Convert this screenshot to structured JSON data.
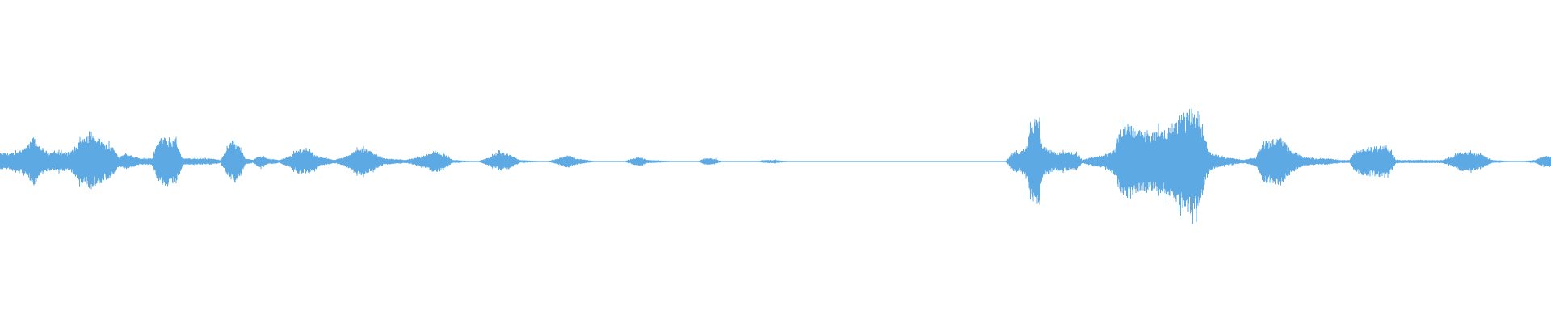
{
  "waveform": {
    "color": "#5DA9E3",
    "background": "#FFFFFF",
    "amplitude_envelope": [
      [
        0.0,
        0.05
      ],
      [
        0.01,
        0.06
      ],
      [
        0.018,
        0.1
      ],
      [
        0.022,
        0.16
      ],
      [
        0.026,
        0.08
      ],
      [
        0.032,
        0.06
      ],
      [
        0.045,
        0.06
      ],
      [
        0.052,
        0.13
      ],
      [
        0.058,
        0.17
      ],
      [
        0.062,
        0.16
      ],
      [
        0.072,
        0.1
      ],
      [
        0.077,
        0.03
      ],
      [
        0.082,
        0.05
      ],
      [
        0.09,
        0.02
      ],
      [
        0.098,
        0.02
      ],
      [
        0.102,
        0.14
      ],
      [
        0.108,
        0.16
      ],
      [
        0.114,
        0.12
      ],
      [
        0.118,
        0.02
      ],
      [
        0.125,
        0.02
      ],
      [
        0.135,
        0.02
      ],
      [
        0.142,
        0.01
      ],
      [
        0.147,
        0.09
      ],
      [
        0.15,
        0.14
      ],
      [
        0.154,
        0.12
      ],
      [
        0.158,
        0.02
      ],
      [
        0.163,
        0.01
      ],
      [
        0.168,
        0.04
      ],
      [
        0.172,
        0.02
      ],
      [
        0.18,
        0.01
      ],
      [
        0.186,
        0.03
      ],
      [
        0.193,
        0.08
      ],
      [
        0.2,
        0.07
      ],
      [
        0.206,
        0.03
      ],
      [
        0.215,
        0.01
      ],
      [
        0.223,
        0.03
      ],
      [
        0.232,
        0.09
      ],
      [
        0.24,
        0.06
      ],
      [
        0.248,
        0.02
      ],
      [
        0.262,
        0.01
      ],
      [
        0.274,
        0.04
      ],
      [
        0.28,
        0.07
      ],
      [
        0.286,
        0.05
      ],
      [
        0.292,
        0.01
      ],
      [
        0.308,
        0.0
      ],
      [
        0.316,
        0.03
      ],
      [
        0.322,
        0.06
      ],
      [
        0.328,
        0.05
      ],
      [
        0.335,
        0.01
      ],
      [
        0.352,
        0.0
      ],
      [
        0.36,
        0.02
      ],
      [
        0.366,
        0.04
      ],
      [
        0.372,
        0.02
      ],
      [
        0.385,
        0.0
      ],
      [
        0.402,
        0.0
      ],
      [
        0.408,
        0.02
      ],
      [
        0.412,
        0.03
      ],
      [
        0.418,
        0.01
      ],
      [
        0.44,
        0.0
      ],
      [
        0.45,
        0.0
      ],
      [
        0.454,
        0.02
      ],
      [
        0.46,
        0.02
      ],
      [
        0.466,
        0.0
      ],
      [
        0.488,
        0.0
      ],
      [
        0.492,
        0.01
      ],
      [
        0.5,
        0.01
      ],
      [
        0.51,
        0.0
      ],
      [
        0.648,
        0.0
      ],
      [
        0.65,
        0.02
      ],
      [
        0.654,
        0.07
      ],
      [
        0.658,
        0.06
      ],
      [
        0.662,
        0.1
      ],
      [
        0.666,
        0.27
      ],
      [
        0.67,
        0.26
      ],
      [
        0.672,
        0.1
      ],
      [
        0.68,
        0.06
      ],
      [
        0.69,
        0.06
      ],
      [
        0.694,
        0.05
      ],
      [
        0.698,
        0.01
      ],
      [
        0.704,
        0.03
      ],
      [
        0.712,
        0.04
      ],
      [
        0.718,
        0.07
      ],
      [
        0.722,
        0.2
      ],
      [
        0.728,
        0.24
      ],
      [
        0.732,
        0.2
      ],
      [
        0.738,
        0.2
      ],
      [
        0.744,
        0.18
      ],
      [
        0.752,
        0.21
      ],
      [
        0.758,
        0.26
      ],
      [
        0.764,
        0.31
      ],
      [
        0.77,
        0.34
      ],
      [
        0.774,
        0.24
      ],
      [
        0.78,
        0.06
      ],
      [
        0.788,
        0.03
      ],
      [
        0.796,
        0.02
      ],
      [
        0.802,
        0.01
      ],
      [
        0.81,
        0.03
      ],
      [
        0.814,
        0.13
      ],
      [
        0.82,
        0.14
      ],
      [
        0.826,
        0.15
      ],
      [
        0.832,
        0.08
      ],
      [
        0.84,
        0.03
      ],
      [
        0.848,
        0.02
      ],
      [
        0.856,
        0.02
      ],
      [
        0.864,
        0.01
      ],
      [
        0.87,
        0.01
      ],
      [
        0.874,
        0.07
      ],
      [
        0.88,
        0.09
      ],
      [
        0.89,
        0.1
      ],
      [
        0.896,
        0.08
      ],
      [
        0.9,
        0.01
      ],
      [
        0.91,
        0.01
      ],
      [
        0.92,
        0.01
      ],
      [
        0.93,
        0.01
      ],
      [
        0.936,
        0.03
      ],
      [
        0.942,
        0.06
      ],
      [
        0.948,
        0.06
      ],
      [
        0.954,
        0.05
      ],
      [
        0.962,
        0.01
      ],
      [
        0.978,
        0.0
      ],
      [
        0.99,
        0.01
      ],
      [
        0.994,
        0.03
      ],
      [
        1.0,
        0.04
      ]
    ]
  }
}
